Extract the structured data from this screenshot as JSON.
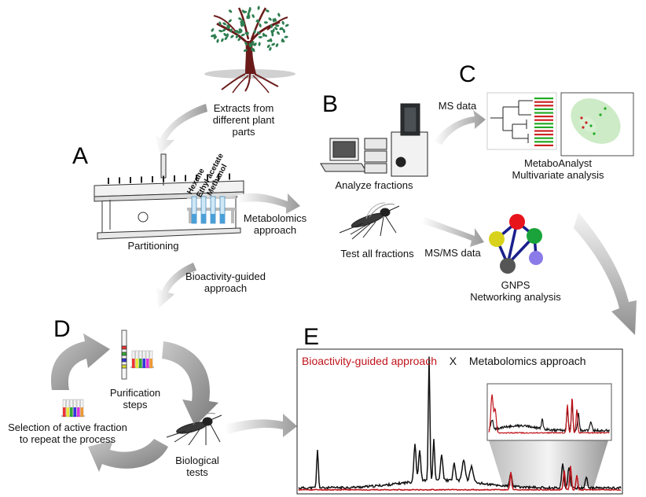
{
  "panels": {
    "a": "A",
    "b": "B",
    "c": "C",
    "d": "D",
    "e": "E"
  },
  "labels": {
    "extracts": [
      "Extracts from",
      "different plant",
      "parts"
    ],
    "partitioning": "Partitioning",
    "solvents": [
      "Hexane",
      "Ethyl acetate",
      "Methanol"
    ],
    "metabolomics": [
      "Metabolomics",
      "approach"
    ],
    "analyze": "Analyze fractions",
    "test_all": "Test all fractions",
    "ms_data": "MS data",
    "msms_data": "MS/MS data",
    "metaboanalyst": [
      "MetaboAnalyst",
      "Multivariate analysis"
    ],
    "gnps": [
      "GNPS",
      "Networking analysis"
    ],
    "bioactivity": [
      "Bioactivity-guided",
      "approach"
    ],
    "purification": [
      "Purification",
      "steps"
    ],
    "selection": [
      "Selection of active fraction",
      "to repeat the process"
    ],
    "biological": [
      "Biological",
      "tests"
    ]
  },
  "panel_e": {
    "left_title": "Bioactivity-guided approach",
    "separator": "X",
    "right_title": "Metabolomics approach",
    "left_color": "#c0141b",
    "right_color": "#111111"
  },
  "colors": {
    "tree_leaf": "#2e7d4f",
    "tree_trunk": "#6b1a1a",
    "network_nodes": [
      "#e8141b",
      "#1aa33a",
      "#8b7be8",
      "#555555",
      "#d9d21c"
    ],
    "network_edge": "#1a1f8c"
  }
}
